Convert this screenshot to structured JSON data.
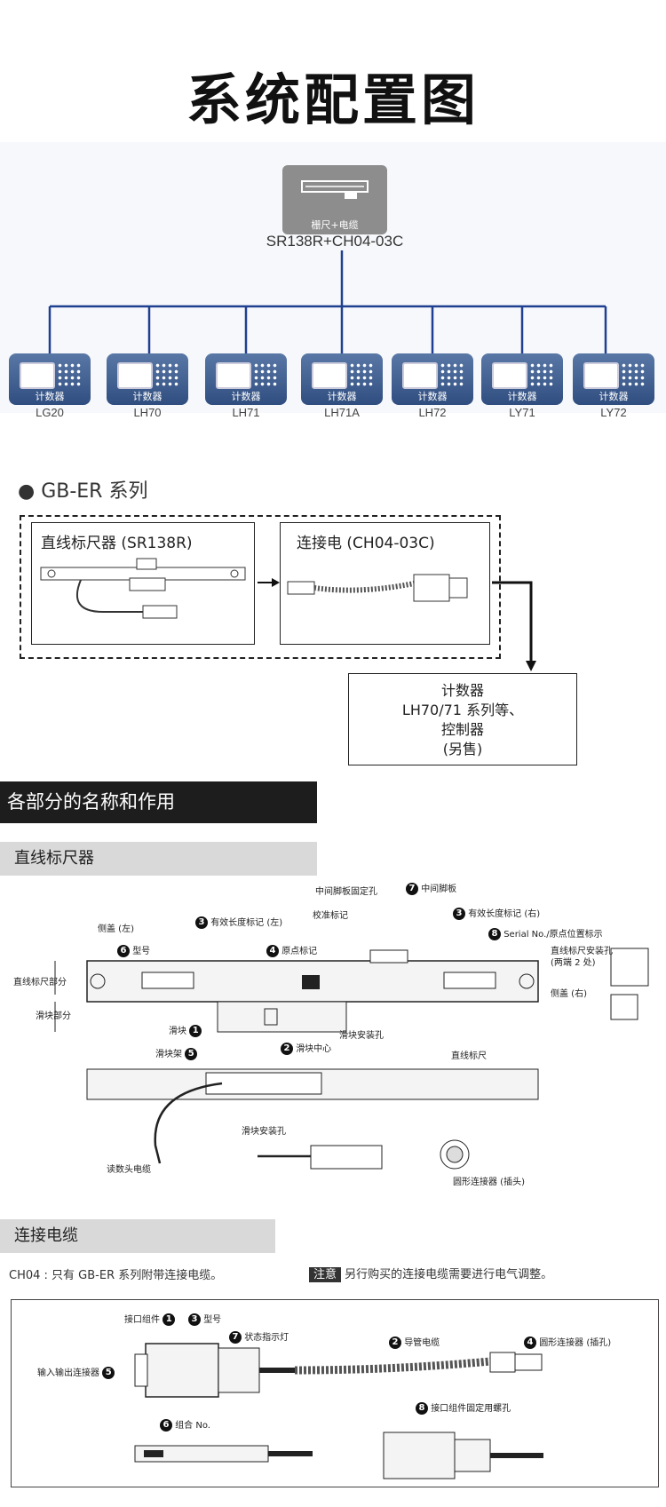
{
  "title": "系统配置图",
  "system": {
    "scale_label": "栅尺+电缆",
    "scale_model": "SR138R+CH04-03C",
    "counters": [
      {
        "label": "计数器",
        "model": "LG20"
      },
      {
        "label": "计数器",
        "model": "LH70"
      },
      {
        "label": "计数器",
        "model": "LH71"
      },
      {
        "label": "计数器",
        "model": "LH71A"
      },
      {
        "label": "计数器",
        "model": "LH72"
      },
      {
        "label": "计数器",
        "model": "LY71"
      },
      {
        "label": "计数器",
        "model": "LY72"
      }
    ]
  },
  "gb_er": {
    "series_title": "GB-ER 系列",
    "scale_title": "直线标尺器 (SR138R)",
    "cable_title": "连接电 (CH04-03C)",
    "result_lines": [
      "计数器",
      "LH70/71 系列等、",
      "控制器",
      "(另售)"
    ]
  },
  "parts": {
    "section_title": "各部分的名称和作用",
    "scale_header": "直线标尺器",
    "labels": {
      "mid_plate_hole": "中间脚板固定孔",
      "mid_plate": "中间脚板",
      "calib_mark": "校准标记",
      "eff_len_right": "有效长度标记 (右)",
      "side_cover_left": "侧盖 (左)",
      "eff_len_left": "有效长度标记 (左)",
      "model": "型号",
      "origin_mark": "原点标记",
      "serial": "Serial No./原点位置标示",
      "mount_hole": "直线标尺安装孔",
      "mount_hole_2": "(两端 2 处)",
      "scale_part": "直线标尺部分",
      "slider_part": "滑块部分",
      "side_cover_right": "侧盖 (右)",
      "slider": "滑块",
      "slider_hole": "滑块安装孔",
      "slider_center": "滑块中心",
      "slider_frame": "滑块架",
      "linear_scale": "直线标尺",
      "slider_hole_2": "滑块安装孔",
      "read_cable": "读数头电缆",
      "round_conn": "圆形连接器 (插头)"
    }
  },
  "cable": {
    "header": "连接电缆",
    "note_left": "CH04 : 只有 GB-ER 系列附带连接电缆。",
    "note_tag": "注意",
    "note_right": "另行购买的连接电缆需要进行电气调整。",
    "labels": {
      "interface": "接口组件",
      "model": "型号",
      "status_led": "状态指示灯",
      "conduit": "导管电缆",
      "round_socket": "圆形连接器 (插孔)",
      "io_conn": "输入输出连接器",
      "combo_no": "组合 No.",
      "fix_screw": "接口组件固定用螺孔"
    }
  }
}
